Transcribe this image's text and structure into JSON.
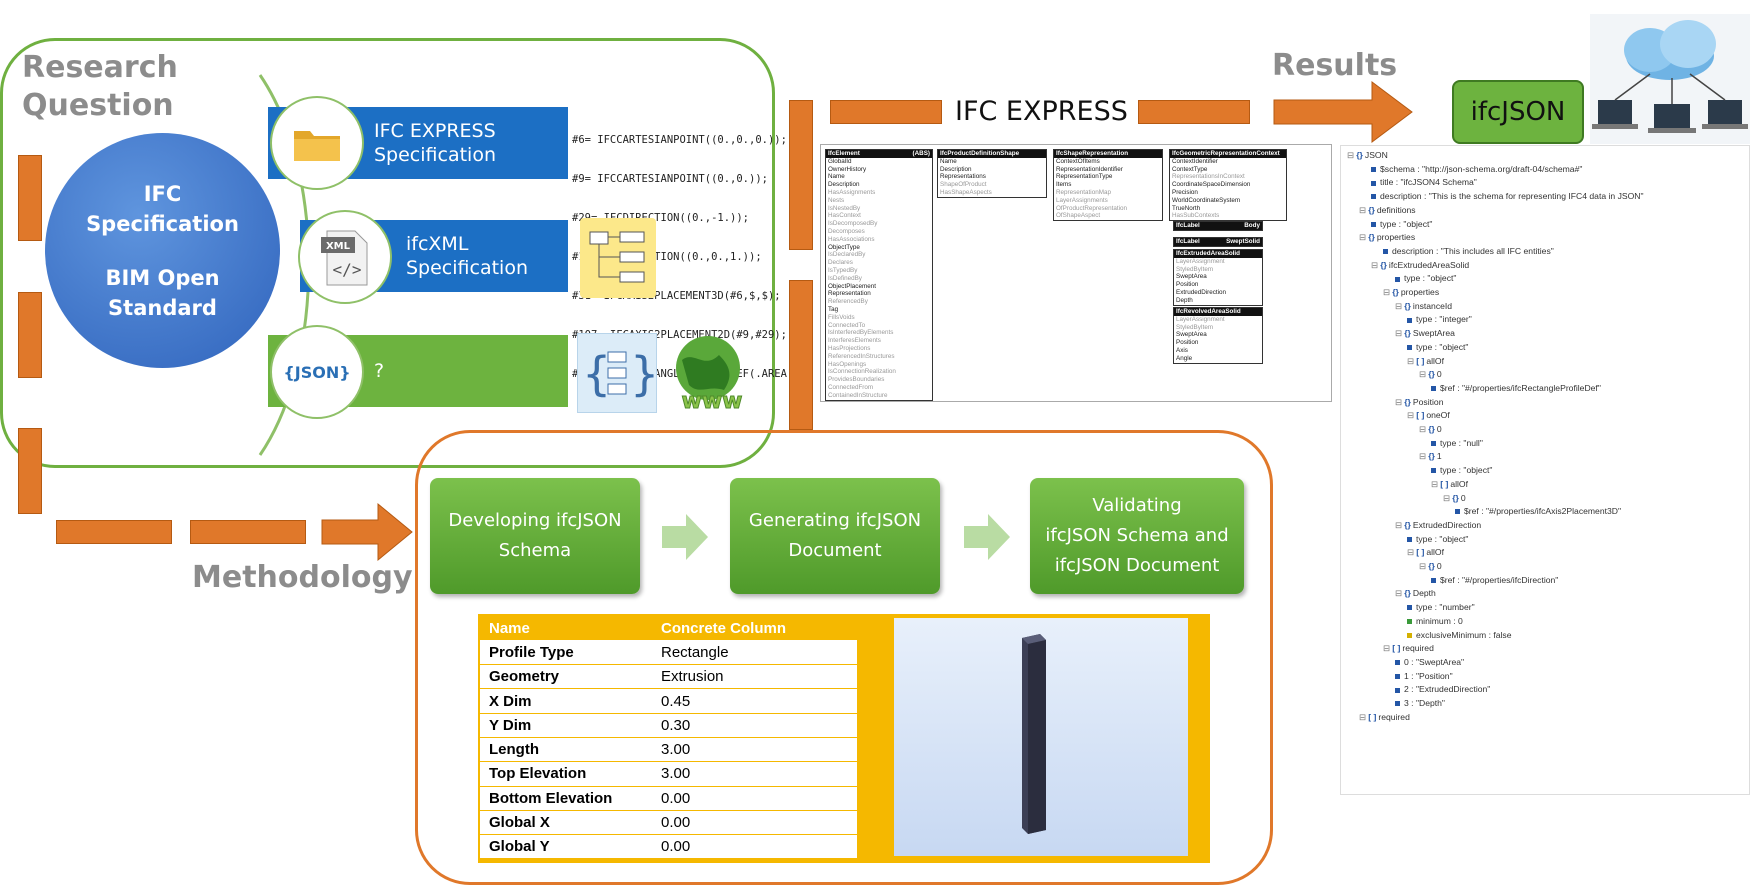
{
  "labels": {
    "research_question_1": "Research",
    "research_question_2": "Question",
    "results": "Results",
    "methodology": "Methodology",
    "ifc_express": "IFC EXPRESS",
    "ifcjson": "ifcJSON"
  },
  "circle": {
    "line1": "IFC",
    "line2": "Specification",
    "line3": "BIM Open",
    "line4": "Standard"
  },
  "specs": [
    {
      "line1": "IFC EXPRESS",
      "line2": "Specification",
      "color": "#1c6fc4"
    },
    {
      "line1": "ifcXML",
      "line2": "Specification",
      "color": "#1c6fc4"
    },
    {
      "line1": "?",
      "line2": "",
      "color": "#6db33f"
    }
  ],
  "icons": {
    "xml_tag": "XML",
    "json_tag": "{JSON}",
    "www": "www"
  },
  "code_lines": [
    "#6= IFCCARTESIANPOINT((0.,0.,0.));",
    "#9= IFCCARTESIANPOINT((0.,0.));",
    "#29= IFCDIRECTION((0.,-1.));",
    "#19= IFCDIRECTION((0.,0.,1.));",
    "#31= IFCAXIS2PLACEMENT3D(#6,$,$);",
    "#107= IFCAXIS2PLACEMENT2D(#9,#29);",
    "#108= IFCRECTANGLEPROFILEDEF(.AREA.,"
  ],
  "steps": [
    {
      "line1": "Developing ifcJSON",
      "line2": "Schema",
      "line3": ""
    },
    {
      "line1": "Generating ifcJSON",
      "line2": "Document",
      "line3": ""
    },
    {
      "line1": "Validating",
      "line2": "ifcJSON Schema and",
      "line3": "ifcJSON Document"
    }
  ],
  "table": {
    "header": {
      "k": "Name",
      "v": "Concrete Column"
    },
    "rows": [
      {
        "k": "Profile Type",
        "v": "Rectangle"
      },
      {
        "k": "Geometry",
        "v": "Extrusion"
      },
      {
        "k": "X Dim",
        "v": "0.45"
      },
      {
        "k": "Y Dim",
        "v": "0.30"
      },
      {
        "k": "Length",
        "v": "3.00"
      },
      {
        "k": "Top Elevation",
        "v": "3.00"
      },
      {
        "k": "Bottom Elevation",
        "v": "0.00"
      },
      {
        "k": "Global X",
        "v": "0.00"
      },
      {
        "k": "Global Y",
        "v": "0.00"
      }
    ]
  },
  "schema_boxes": [
    {
      "title": "IfcElement",
      "tag": "(ABS)",
      "rows": [
        "GlobalId",
        "OwnerHistory",
        "Name",
        "Description",
        "HasAssignments",
        "Nests",
        "IsNestedBy",
        "HasContext",
        "IsDecomposedBy",
        "Decomposes",
        "HasAssociations",
        "ObjectType",
        "IsDeclaredBy",
        "Declares",
        "IsTypedBy",
        "IsDefinedBy",
        "ObjectPlacement",
        "Representation",
        "ReferencedBy",
        "Tag",
        "FillsVoids",
        "ConnectedTo",
        "IsInterferedByElements",
        "InterferesElements",
        "HasProjections",
        "ReferencedInStructures",
        "HasOpenings",
        "IsConnectionRealization",
        "ProvidesBoundaries",
        "ConnectedFrom",
        "ContainedInStructure"
      ]
    },
    {
      "title": "IfcProductDefinitionShape",
      "tag": "",
      "rows": [
        "Name",
        "Description",
        "Representations",
        "ShapeOfProduct",
        "HasShapeAspects"
      ]
    },
    {
      "title": "IfcShapeRepresentation",
      "tag": "",
      "rows": [
        "ContextOfItems",
        "RepresentationIdentifier",
        "RepresentationType",
        "Items",
        "RepresentationMap",
        "LayerAssignments",
        "OfProductRepresentation",
        "OfShapeAspect"
      ]
    },
    {
      "title": "IfcGeometricRepresentationContext",
      "tag": "",
      "rows": [
        "ContextIdentifier",
        "ContextType",
        "RepresentationsInContext",
        "CoordinateSpaceDimension",
        "Precision",
        "WorldCoordinateSystem",
        "TrueNorth",
        "HasSubContexts"
      ]
    },
    {
      "title": "IfcLabel",
      "tag": "Body",
      "rows": []
    },
    {
      "title": "IfcLabel",
      "tag": "SweptSolid",
      "rows": []
    },
    {
      "title": "IfcExtrudedAreaSolid",
      "tag": "",
      "rows": [
        "LayerAssignment",
        "StyledByItem",
        "SweptArea",
        "Position",
        "ExtrudedDirection",
        "Depth"
      ]
    },
    {
      "title": "IfcRevolvedAreaSolid",
      "tag": "",
      "rows": [
        "LayerAssignment",
        "StyledByItem",
        "SweptArea",
        "Position",
        "Axis",
        "Angle"
      ]
    }
  ],
  "tree": [
    {
      "d": 0,
      "t": "obj",
      "s": "JSON"
    },
    {
      "d": 2,
      "t": "val",
      "s": "$schema : \"http://json-schema.org/draft-04/schema#\""
    },
    {
      "d": 2,
      "t": "val",
      "s": "title : \"ifcJSON4 Schema\""
    },
    {
      "d": 2,
      "t": "val",
      "s": "description : \"This is the schema for representing IFC4 data in JSON\""
    },
    {
      "d": 1,
      "t": "obj",
      "s": "definitions"
    },
    {
      "d": 2,
      "t": "val",
      "s": "type : \"object\""
    },
    {
      "d": 1,
      "t": "obj",
      "s": "properties"
    },
    {
      "d": 3,
      "t": "val",
      "s": "description : \"This includes all IFC entities\""
    },
    {
      "d": 2,
      "t": "obj",
      "s": "ifcExtrudedAreaSolid"
    },
    {
      "d": 4,
      "t": "val",
      "s": "type : \"object\""
    },
    {
      "d": 3,
      "t": "obj",
      "s": "properties"
    },
    {
      "d": 4,
      "t": "obj",
      "s": "instanceId"
    },
    {
      "d": 5,
      "t": "val",
      "s": "type : \"integer\""
    },
    {
      "d": 4,
      "t": "obj",
      "s": "SweptArea"
    },
    {
      "d": 5,
      "t": "val",
      "s": "type : \"object\""
    },
    {
      "d": 5,
      "t": "arr",
      "s": "allOf"
    },
    {
      "d": 6,
      "t": "obj",
      "s": "0"
    },
    {
      "d": 7,
      "t": "val",
      "s": "$ref : \"#/properties/ifcRectangleProfileDef\""
    },
    {
      "d": 4,
      "t": "obj",
      "s": "Position"
    },
    {
      "d": 5,
      "t": "arr",
      "s": "oneOf"
    },
    {
      "d": 6,
      "t": "obj",
      "s": "0"
    },
    {
      "d": 7,
      "t": "val",
      "s": "type : \"null\""
    },
    {
      "d": 6,
      "t": "obj",
      "s": "1"
    },
    {
      "d": 7,
      "t": "val",
      "s": "type : \"object\""
    },
    {
      "d": 7,
      "t": "arr",
      "s": "allOf"
    },
    {
      "d": 8,
      "t": "obj",
      "s": "0"
    },
    {
      "d": 9,
      "t": "val",
      "s": "$ref : \"#/properties/ifcAxis2Placement3D\""
    },
    {
      "d": 4,
      "t": "obj",
      "s": "ExtrudedDirection"
    },
    {
      "d": 5,
      "t": "val",
      "s": "type : \"object\""
    },
    {
      "d": 5,
      "t": "arr",
      "s": "allOf"
    },
    {
      "d": 6,
      "t": "obj",
      "s": "0"
    },
    {
      "d": 7,
      "t": "val",
      "s": "$ref : \"#/properties/ifcDirection\""
    },
    {
      "d": 4,
      "t": "obj",
      "s": "Depth"
    },
    {
      "d": 5,
      "t": "val",
      "s": "type : \"number\""
    },
    {
      "d": 5,
      "t": "valg",
      "s": "minimum : 0"
    },
    {
      "d": 5,
      "t": "valy",
      "s": "exclusiveMinimum : false"
    },
    {
      "d": 3,
      "t": "arr",
      "s": "required"
    },
    {
      "d": 4,
      "t": "val",
      "s": "0 : \"SweptArea\""
    },
    {
      "d": 4,
      "t": "val",
      "s": "1 : \"Position\""
    },
    {
      "d": 4,
      "t": "val",
      "s": "2 : \"ExtrudedDirection\""
    },
    {
      "d": 4,
      "t": "val",
      "s": "3 : \"Depth\""
    },
    {
      "d": 1,
      "t": "arr",
      "s": "required"
    }
  ]
}
